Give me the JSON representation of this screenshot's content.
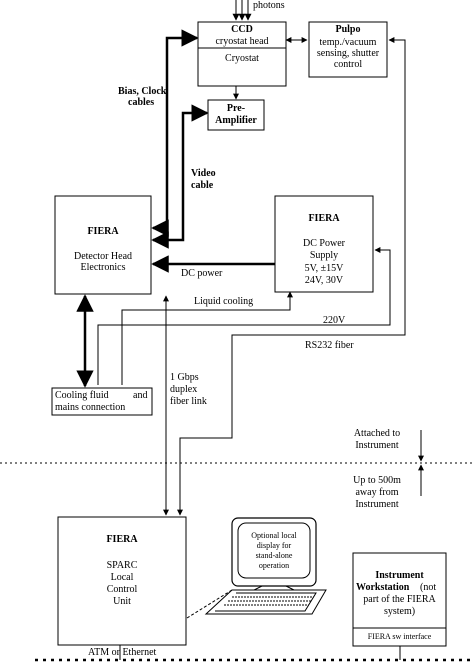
{
  "photons": "photons",
  "ccd": {
    "title": "CCD",
    "subtitle": "cryostat head",
    "body": "Cryostat"
  },
  "pulpo": {
    "title": "Pulpo",
    "line1": "temp./vacuum",
    "line2": "sensing, shutter",
    "line3": "control"
  },
  "preamp": {
    "line1": "Pre-",
    "line2": "Amplifier"
  },
  "bias_clock": {
    "line1": "Bias, Clock",
    "line2": "cables"
  },
  "video_cable": {
    "line1": "Video",
    "line2": "cable"
  },
  "detector_head": {
    "title": "FIERA",
    "line1": "Detector Head",
    "line2": "Electronics"
  },
  "power_supply": {
    "title": "FIERA",
    "line1": "DC Power",
    "line2": "Supply",
    "line3": "5V, ±15V",
    "line4": "24V, 30V"
  },
  "dc_power": "DC power",
  "liquid_cooling": "Liquid cooling",
  "v220": "220V",
  "rs232": "RS232 fiber",
  "cooling_box": {
    "line1": "Cooling  fluid",
    "line2": "and",
    "line3": "mains connection"
  },
  "fiber_link": {
    "line1": "1 Gbps",
    "line2": "duplex",
    "line3": "fiber link"
  },
  "attached": {
    "line1": "Attached to",
    "line2": "Instrument"
  },
  "away": {
    "line1": "Up to 500m",
    "line2": "away from",
    "line3": "Instrument"
  },
  "lcu": {
    "title": "FIERA",
    "line1": "SPARC",
    "line2": "Local",
    "line3": "Control",
    "line4": "Unit"
  },
  "optional_display": {
    "line1": "Optional local",
    "line2": "display for",
    "line3": "stand-alone",
    "line4": "operation"
  },
  "workstation": {
    "title1": "Instrument",
    "title2": "Workstation",
    "line1": "(not",
    "line2": "part of the FIERA",
    "line3": "system)",
    "footer": "FIERA sw interface"
  },
  "network": "ATM or Ethernet"
}
